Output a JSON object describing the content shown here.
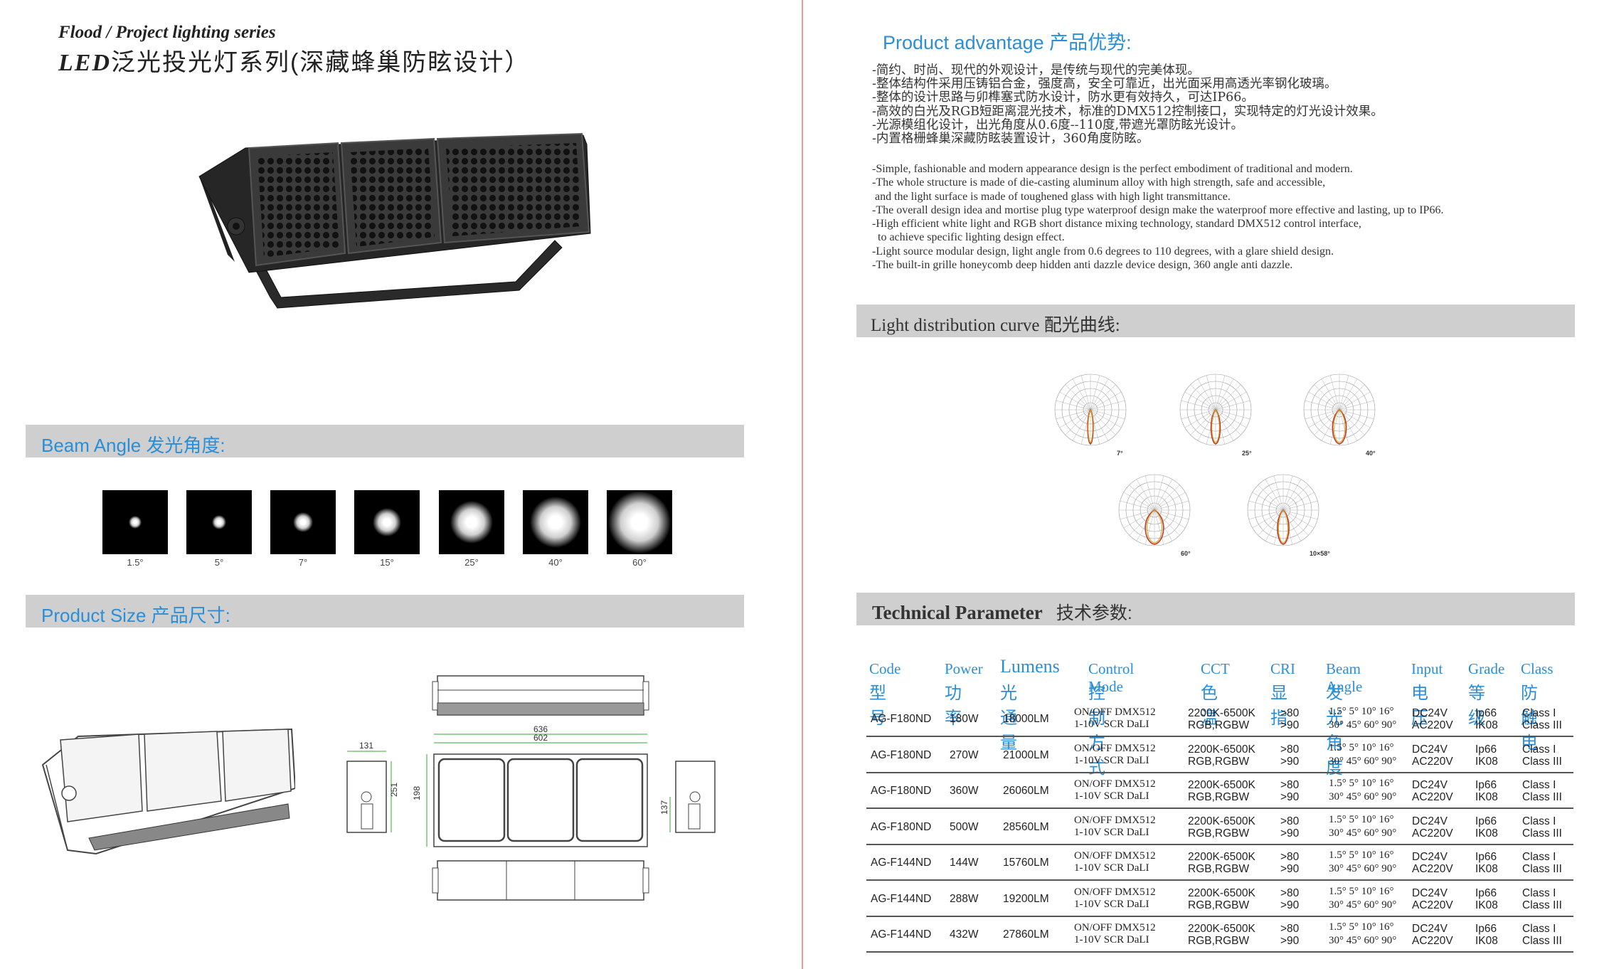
{
  "header": {
    "series_en": "Flood / Project lighting  series",
    "series_cn_led": "LED",
    "series_cn": "泛光投光灯系列(深藏蜂巢防眩设计）"
  },
  "sections": {
    "beam_angle": "Beam Angle  发光角度:",
    "product_size": "Product Size  产品尺寸:",
    "advantage": "Product advantage  产品优势:",
    "light_curve": "Light  distribution curve   配光曲线:",
    "technical_en": "Technical Parameter",
    "technical_cn": "技术参数:"
  },
  "beams": [
    {
      "label": "1.5°",
      "spot": 9
    },
    {
      "label": "5°",
      "spot": 10
    },
    {
      "label": "7°",
      "spot": 14
    },
    {
      "label": "15°",
      "spot": 20
    },
    {
      "label": "25°",
      "spot": 30
    },
    {
      "label": "40°",
      "spot": 36
    },
    {
      "label": "60°",
      "spot": 44
    }
  ],
  "advantage": {
    "cn": "-简约、时尚、现代的外观设计，是传统与现代的完美体现。\n-整体结构件采用压铸铝合金，强度高，安全可靠近，出光面采用高透光率钢化玻璃。\n-整体的设计思路与卯榫塞式防水设计，防水更有效持久，可达IP66。\n-高效的白光及RGB短距离混光技术，标准的DMX512控制接口，实现特定的灯光设计效果。\n-光源模组化设计，出光角度从0.6度--110度,带遮光罩防眩光设计。\n-内置格栅蜂巢深藏防眩装置设计，360角度防眩。",
    "en": "-Simple, fashionable and modern appearance design is the perfect embodiment of traditional and modern.\n-The whole structure is made of die-casting aluminum alloy with high strength, safe and accessible,\n and the light surface is made of toughened glass with high light transmittance.\n-The overall design idea and mortise plug type waterproof design make the waterproof more effective and lasting, up to IP66.\n-High efficient white light and RGB short distance mixing technology, standard DMX512 control interface,\n  to achieve specific lighting design effect.\n-Light source modular design, light angle from 0.6 degrees to 110 degrees, with a glare shield design.\n-The built-in grille honeycomb deep hidden anti dazzle device design, 360 angle anti dazzle."
  },
  "curves": [
    {
      "label": "7°",
      "w": 0.12
    },
    {
      "label": "25°",
      "w": 0.2
    },
    {
      "label": "40°",
      "w": 0.3
    },
    {
      "label": "60°",
      "w": 0.4
    },
    {
      "label": "10×58°",
      "w": 0.25
    }
  ],
  "dims": {
    "w636": "636",
    "w602": "602",
    "d131": "131",
    "h251": "251",
    "h198": "198",
    "h137": "137"
  },
  "table": {
    "headers": [
      {
        "en": "Code",
        "cn": "型号"
      },
      {
        "en": "Power",
        "cn": "功率"
      },
      {
        "en": "Lumens",
        "cn": "光通量"
      },
      {
        "en": "Control Mode",
        "cn": "控制方式"
      },
      {
        "en": "CCT",
        "cn": "色温"
      },
      {
        "en": "CRI",
        "cn": "显指"
      },
      {
        "en": "Beam Angle",
        "cn": "发光角度"
      },
      {
        "en": "Input",
        "cn": "电压"
      },
      {
        "en": "Grade",
        "cn": "等级"
      },
      {
        "en": "Class",
        "cn": "防触电"
      }
    ],
    "rows": [
      {
        "code": "AG-F180ND",
        "power": "180W",
        "lumens": "18000LM",
        "ctrl1": "ON/OFF  DMX512",
        "ctrl2": "1-10V  SCR  DaLI",
        "cct1": "2200K-6500K",
        "cct2": "RGB,RGBW",
        "cri1": ">80",
        "cri2": ">90",
        "beam1": "1.5°  5°  10°  16°",
        "beam2": "30°  45°  60°  90°",
        "in1": "DC24V",
        "in2": "AC220V",
        "g1": "Ip66",
        "g2": "IK08",
        "c1": "Class I",
        "c2": "Class III"
      },
      {
        "code": "AG-F180ND",
        "power": "270W",
        "lumens": "21000LM",
        "ctrl1": "ON/OFF  DMX512",
        "ctrl2": "1-10V  SCR  DaLI",
        "cct1": "2200K-6500K",
        "cct2": "RGB,RGBW",
        "cri1": ">80",
        "cri2": ">90",
        "beam1": "1.5°  5°  10°  16°",
        "beam2": "30°  45°  60°  90°",
        "in1": "DC24V",
        "in2": "AC220V",
        "g1": "Ip66",
        "g2": "IK08",
        "c1": "Class I",
        "c2": "Class III"
      },
      {
        "code": "AG-F180ND",
        "power": "360W",
        "lumens": "26060LM",
        "ctrl1": "ON/OFF  DMX512",
        "ctrl2": "1-10V  SCR  DaLI",
        "cct1": "2200K-6500K",
        "cct2": "RGB,RGBW",
        "cri1": ">80",
        "cri2": ">90",
        "beam1": "1.5°  5°  10°  16°",
        "beam2": "30°  45°  60°  90°",
        "in1": "DC24V",
        "in2": "AC220V",
        "g1": "Ip66",
        "g2": "IK08",
        "c1": "Class I",
        "c2": "Class III"
      },
      {
        "code": "AG-F180ND",
        "power": "500W",
        "lumens": "28560LM",
        "ctrl1": "ON/OFF  DMX512",
        "ctrl2": "1-10V  SCR  DaLI",
        "cct1": "2200K-6500K",
        "cct2": "RGB,RGBW",
        "cri1": ">80",
        "cri2": ">90",
        "beam1": "1.5°  5°  10°  16°",
        "beam2": "30°  45°  60°  90°",
        "in1": "DC24V",
        "in2": "AC220V",
        "g1": "Ip66",
        "g2": "IK08",
        "c1": "Class I",
        "c2": "Class III"
      },
      {
        "code": "AG-F144ND",
        "power": "144W",
        "lumens": "15760LM",
        "ctrl1": "ON/OFF  DMX512",
        "ctrl2": "1-10V  SCR  DaLI",
        "cct1": "2200K-6500K",
        "cct2": "RGB,RGBW",
        "cri1": ">80",
        "cri2": ">90",
        "beam1": "1.5°  5°  10°  16°",
        "beam2": "30°  45°  60°  90°",
        "in1": "DC24V",
        "in2": "AC220V",
        "g1": "Ip66",
        "g2": "IK08",
        "c1": "Class I",
        "c2": "Class III"
      },
      {
        "code": "AG-F144ND",
        "power": "288W",
        "lumens": "19200LM",
        "ctrl1": "ON/OFF  DMX512",
        "ctrl2": "1-10V  SCR  DaLI",
        "cct1": "2200K-6500K",
        "cct2": "RGB,RGBW",
        "cri1": ">80",
        "cri2": ">90",
        "beam1": "1.5°  5°  10°  16°",
        "beam2": "30°  45°  60°  90°",
        "in1": "DC24V",
        "in2": "AC220V",
        "g1": "Ip66",
        "g2": "IK08",
        "c1": "Class I",
        "c2": "Class III"
      },
      {
        "code": "AG-F144ND",
        "power": "432W",
        "lumens": "27860LM",
        "ctrl1": "ON/OFF  DMX512",
        "ctrl2": "1-10V  SCR  DaLI",
        "cct1": "2200K-6500K",
        "cct2": "RGB,RGBW",
        "cri1": ">80",
        "cri2": ">90",
        "beam1": "1.5°  5°  10°  16°",
        "beam2": "30°  45°  60°  90°",
        "in1": "DC24V",
        "in2": "AC220V",
        "g1": "Ip66",
        "g2": "IK08",
        "c1": "Class I",
        "c2": "Class III"
      }
    ]
  },
  "colors": {
    "accent": "#2a8fd8",
    "bar": "#cfcfcf",
    "spine": "#e89a9a"
  }
}
